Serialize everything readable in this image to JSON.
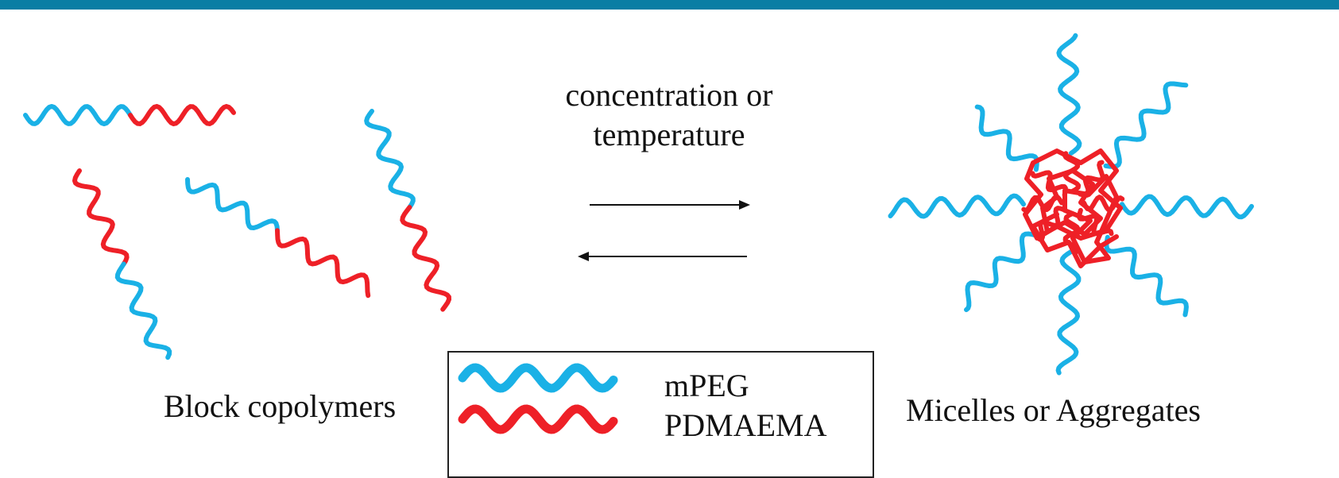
{
  "colors": {
    "mpeg": "#1ab1e6",
    "pdmaema": "#ee2027",
    "topbar": "#0a7ea4",
    "arrow": "#111111"
  },
  "condition": {
    "line1": "concentration or",
    "line2": "temperature"
  },
  "captions": {
    "left": "Block copolymers",
    "right": "Micelles or Aggregates"
  },
  "legend": {
    "items": [
      {
        "label": "mPEG",
        "color_key": "mpeg"
      },
      {
        "label": "PDMAEMA",
        "color_key": "pdmaema"
      }
    ]
  }
}
